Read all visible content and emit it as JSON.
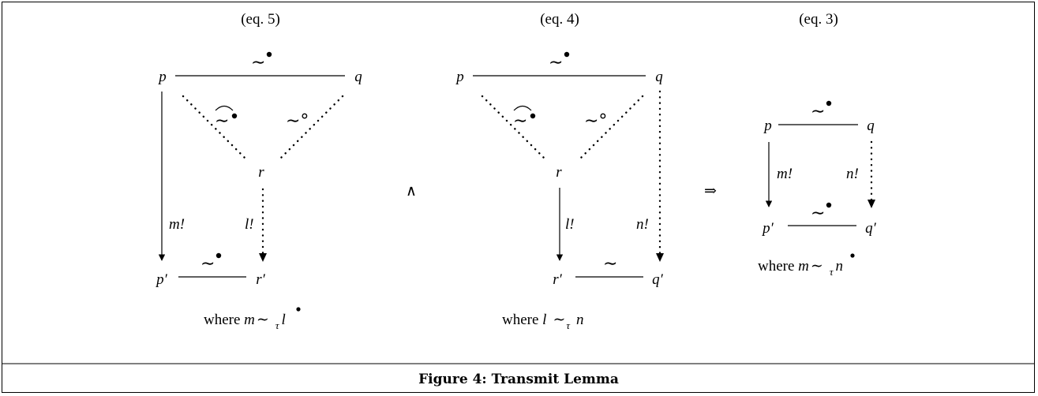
{
  "panels": [
    {
      "heading": "(eq. 5)",
      "nodes": {
        "top_left": "p",
        "top_right": "q",
        "mid": "r",
        "bot_left": "p′",
        "bot_right": "r′"
      },
      "edge_labels": {
        "top": "∼",
        "diag_left": "∼",
        "diag_right": "∼°",
        "left": "m!",
        "right": "l!",
        "bottom": "∼"
      },
      "where": {
        "prefix": "where ",
        "a": "m",
        "rel": "∼",
        "sub": "τ",
        "b": "l"
      }
    },
    {
      "heading": "(eq. 4)",
      "nodes": {
        "top_left": "p",
        "top_right": "q",
        "mid": "r",
        "bot_left": "r′",
        "bot_right": "q′"
      },
      "edge_labels": {
        "top": "∼",
        "diag_left": "∼",
        "diag_right": "∼°",
        "left": "l!",
        "right": "n!",
        "bottom": "∼"
      },
      "where": {
        "prefix": "where ",
        "a": "l",
        "rel": "∼",
        "sub": "τ",
        "b": "n"
      }
    },
    {
      "heading": "(eq. 3)",
      "nodes": {
        "top_left": "p",
        "top_right": "q",
        "bot_left": "p′",
        "bot_right": "q′"
      },
      "edge_labels": {
        "top": "∼",
        "left": "m!",
        "right": "n!",
        "bottom": "∼"
      },
      "where": {
        "prefix": "where ",
        "a": "m",
        "rel": "∼",
        "sub": "τ",
        "b": "n"
      }
    }
  ],
  "connectives": {
    "and": "∧",
    "implies": "⇒"
  },
  "caption": "Figure 4: Transmit Lemma"
}
